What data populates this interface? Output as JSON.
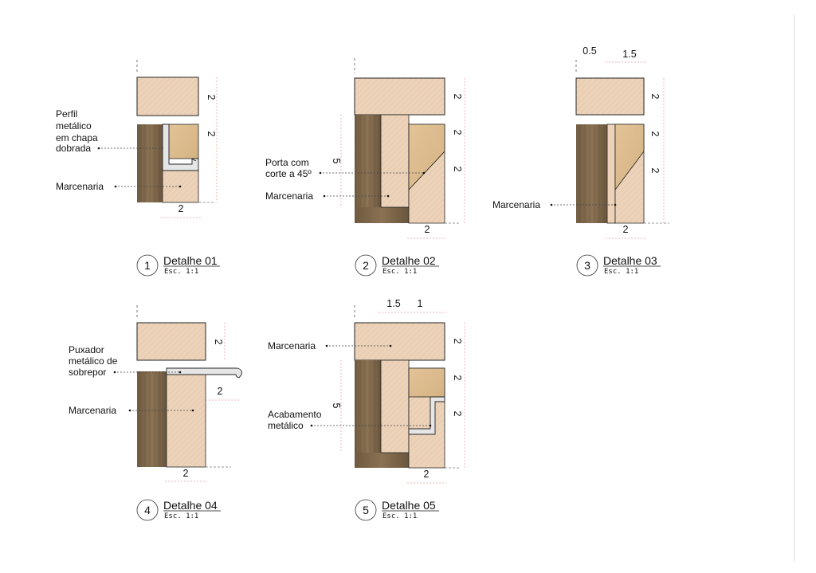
{
  "colors": {
    "wood_light": "#ecd2b8",
    "wood_mid": "#e0c39e",
    "wood_tan": "#d9b98a",
    "wood_dark": "#7a6448",
    "metal": "#e6e6e6",
    "dim_line": "#e39a9a",
    "leader": "#444444",
    "outline": "#222222"
  },
  "details": [
    {
      "number": "1",
      "title": "Detalhe 01",
      "scale": "Esc. 1:1",
      "labels": {
        "profile_l1": "Perfil",
        "profile_l2": "metálico",
        "profile_l3": "em chapa",
        "profile_l4": "dobrada",
        "wood": "Marcenaria"
      },
      "dims": {
        "top": "2",
        "middle": "2",
        "bottom": "2"
      }
    },
    {
      "number": "2",
      "title": "Detalhe 02",
      "scale": "Esc. 1:1",
      "labels": {
        "door_l1": "Porta com",
        "door_l2": "corte a 45º",
        "wood": "Marcenaria"
      },
      "dims": {
        "left": "5",
        "top": "2",
        "mid": "2",
        "low": "2",
        "bottom": "2"
      }
    },
    {
      "number": "3",
      "title": "Detalhe 03",
      "scale": "Esc. 1:1",
      "labels": {
        "wood": "Marcenaria"
      },
      "dims": {
        "top_a": "0.5",
        "top_b": "1.5",
        "top": "2",
        "mid": "2",
        "low": "2",
        "bottom": "2"
      }
    },
    {
      "number": "4",
      "title": "Detalhe 04",
      "scale": "Esc. 1:1",
      "labels": {
        "pull_l1": "Puxador",
        "pull_l2": "metálico de",
        "pull_l3": "sobrepor",
        "wood": "Marcenaria"
      },
      "dims": {
        "top": "2",
        "right": "2",
        "bottom": "2"
      }
    },
    {
      "number": "5",
      "title": "Detalhe 05",
      "scale": "Esc. 1:1",
      "labels": {
        "wood": "Marcenaria",
        "finish_l1": "Acabamento",
        "finish_l2": "metálico"
      },
      "dims": {
        "top_a": "1.5",
        "top_b": "1",
        "left": "5",
        "top": "2",
        "mid": "2",
        "low": "2",
        "bottom": "2"
      }
    }
  ]
}
